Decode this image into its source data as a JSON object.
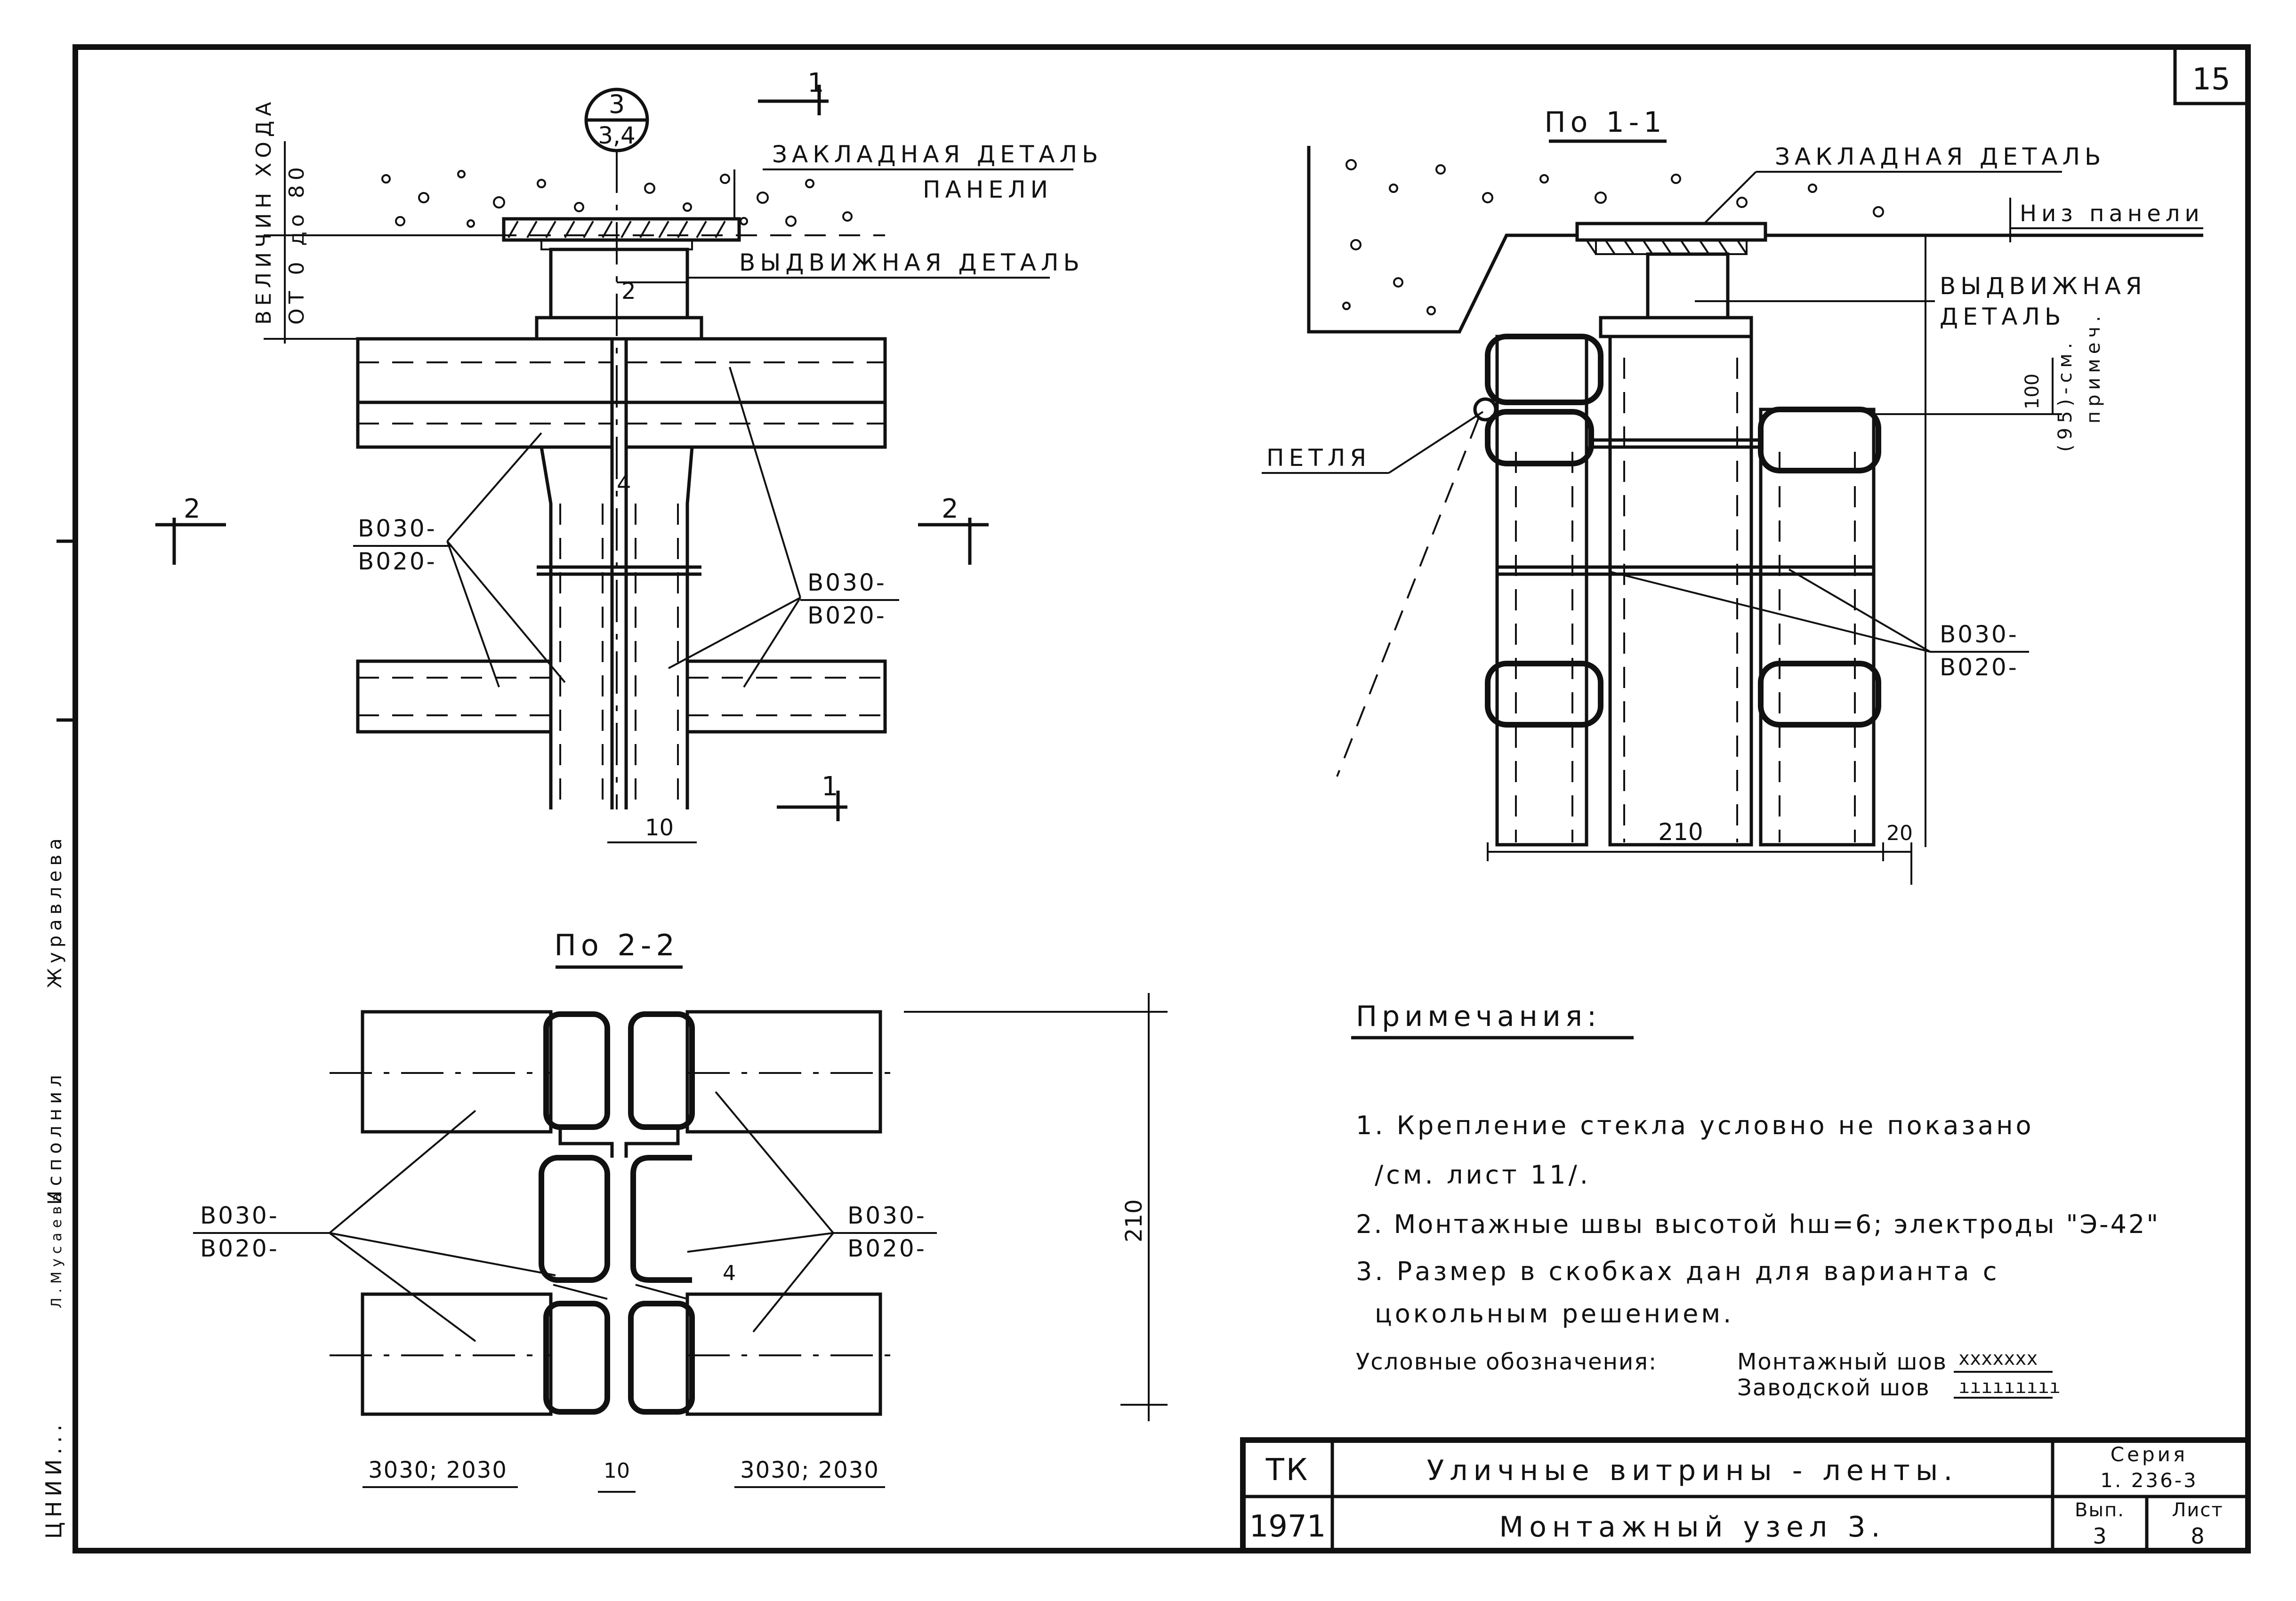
{
  "sheet": {
    "number": "15"
  },
  "left_margin": {
    "stamp_col": "Исполнил",
    "stamp_name": "Журавлева",
    "stamp_name2": "Л.Мусаева",
    "dept": "ЦНИИ..."
  },
  "main_section": {
    "callout_top": "3",
    "callout_bottom": "3,4",
    "cut_mark_top": "1",
    "cut_mark_bottom": "1",
    "cut_mark_left": "2",
    "cut_mark_right": "2",
    "label_embedded_part": "ЗАКЛАДНАЯ ДЕТАЛЬ",
    "label_embedded_part2": "ПАНЕЛИ",
    "label_sliding_part": "ВЫДВИЖНАЯ ДЕТАЛЬ",
    "vertical_label": "ВЕЛИЧИН ХОДА",
    "vertical_label2": "ОТ 0 до 80",
    "dim_2": "2",
    "dim_4": "4",
    "dim_10": "10",
    "left_profile_1": "В030-",
    "left_profile_2": "В020-",
    "right_profile_1": "В030-",
    "right_profile_2": "В020-"
  },
  "section_1_1": {
    "title": "По 1-1",
    "label_embedded_part": "ЗАКЛАДНАЯ ДЕТАЛЬ",
    "label_panel_bottom": "Низ панели",
    "label_sliding_part": "ВЫДВИЖНАЯ",
    "label_sliding_part2": "ДЕТАЛЬ",
    "label_loop": "ПЕТЛЯ",
    "dim_100": "100",
    "dim_95": "(95)-см.",
    "dim_95_note": "примеч.",
    "profile_1": "В030-",
    "profile_2": "В020-",
    "dim_210": "210",
    "dim_20": "20"
  },
  "section_2_2": {
    "title": "По 2-2",
    "left_profile_1": "В030-",
    "left_profile_2": "В020-",
    "right_profile_1": "В030-",
    "right_profile_2": "В020-",
    "dim_210": "210",
    "dim_4": "4",
    "bottom_left": "3030; 2030",
    "bottom_mid": "10",
    "bottom_right": "3030; 2030"
  },
  "notes": {
    "title": "Примечания:",
    "note1a": "1. Крепление стекла условно не показано",
    "note1b": "/см. лист 11/.",
    "note2": "2. Монтажные швы высотой hш=6; электроды \"Э-42\"",
    "note3a": "3. Размер в скобках дан для варианта с",
    "note3b": "цокольным решением.",
    "legend_label": "Условные обозначения:",
    "legend_mount": "Монтажный шов",
    "legend_mount_sym": "xxxxxxx",
    "legend_factory": "Заводской шов",
    "legend_factory_sym": "ııııııııı"
  },
  "title_block": {
    "org": "ТК",
    "year": "1971",
    "title": "Уличные витрины - ленты.",
    "subtitle": "Монтажный узел 3.",
    "series_label": "Серия",
    "series_value": "1. 236-3",
    "issue_label": "Вып.",
    "issue_value": "3",
    "sheet_label": "Лист",
    "sheet_value": "8"
  }
}
